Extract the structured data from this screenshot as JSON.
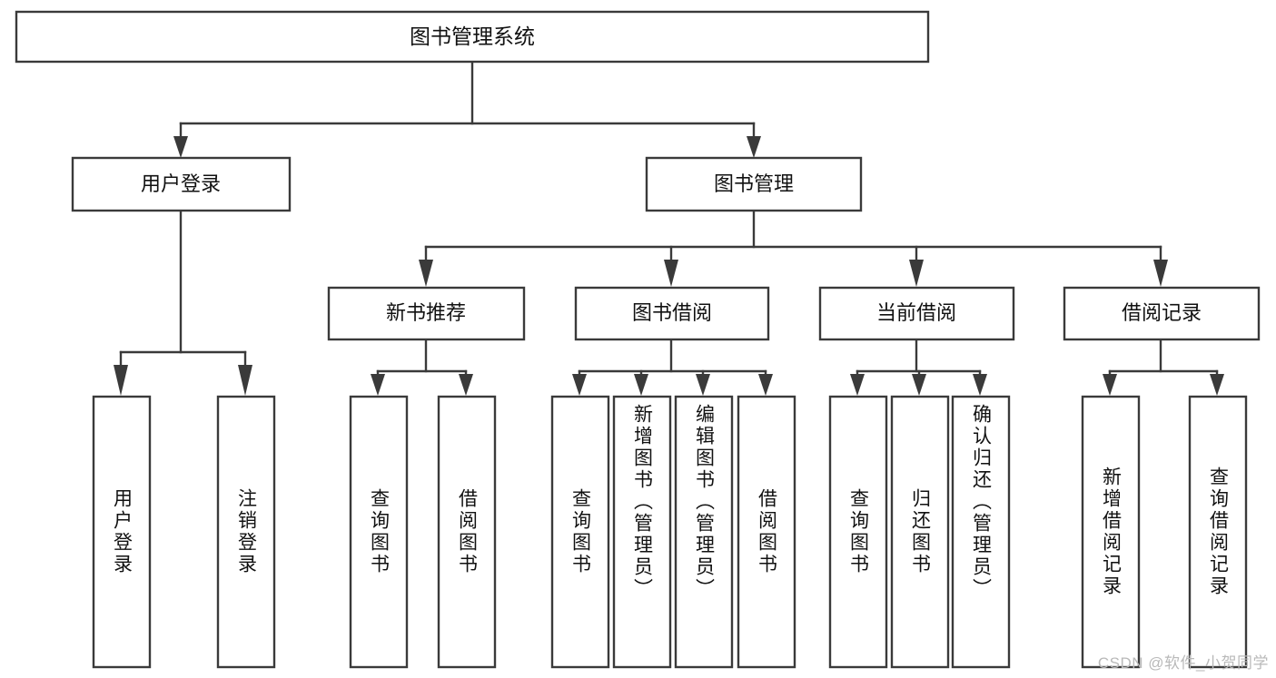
{
  "diagram": {
    "type": "tree-hierarchy-diagram",
    "title": "图书管理系统",
    "orientation": "top-down",
    "colors": {
      "box_fill": "#ffffff",
      "box_stroke": "#3a3a3a",
      "text": "#111111",
      "background": "#ffffff",
      "watermark": "#b9b9b9"
    },
    "root": {
      "label": "图书管理系统"
    },
    "level2": [
      {
        "id": "user-login",
        "label": "用户登录"
      },
      {
        "id": "book-manage",
        "label": "图书管理"
      }
    ],
    "level3": [
      {
        "id": "new-book-recommend",
        "label": "新书推荐"
      },
      {
        "id": "book-borrow",
        "label": "图书借阅"
      },
      {
        "id": "current-borrow",
        "label": "当前借阅"
      },
      {
        "id": "borrow-record",
        "label": "借阅记录"
      }
    ],
    "leaves": [
      {
        "id": "leaf-user-login",
        "label": "用户登录",
        "parent": "user-login"
      },
      {
        "id": "leaf-logout",
        "label": "注销登录",
        "parent": "user-login"
      },
      {
        "id": "leaf-query-book-1",
        "label": "查询图书",
        "parent": "new-book-recommend"
      },
      {
        "id": "leaf-borrow-book-1",
        "label": "借阅图书",
        "parent": "new-book-recommend"
      },
      {
        "id": "leaf-query-book-2",
        "label": "查询图书",
        "parent": "book-borrow"
      },
      {
        "id": "leaf-add-book",
        "label": "新增图书（管理员）",
        "parent": "book-borrow"
      },
      {
        "id": "leaf-edit-book",
        "label": "编辑图书（管理员）",
        "parent": "book-borrow"
      },
      {
        "id": "leaf-borrow-book-2",
        "label": "借阅图书",
        "parent": "book-borrow"
      },
      {
        "id": "leaf-query-book-3",
        "label": "查询图书",
        "parent": "current-borrow"
      },
      {
        "id": "leaf-return-book",
        "label": "归还图书",
        "parent": "current-borrow"
      },
      {
        "id": "leaf-confirm-return",
        "label": "确认归还（管理员）",
        "parent": "current-borrow"
      },
      {
        "id": "leaf-add-record",
        "label": "新增借阅记录",
        "parent": "borrow-record"
      },
      {
        "id": "leaf-query-record",
        "label": "查询借阅记录",
        "parent": "borrow-record"
      }
    ]
  },
  "watermark": {
    "text": "CSDN @软件_小贺同学"
  }
}
